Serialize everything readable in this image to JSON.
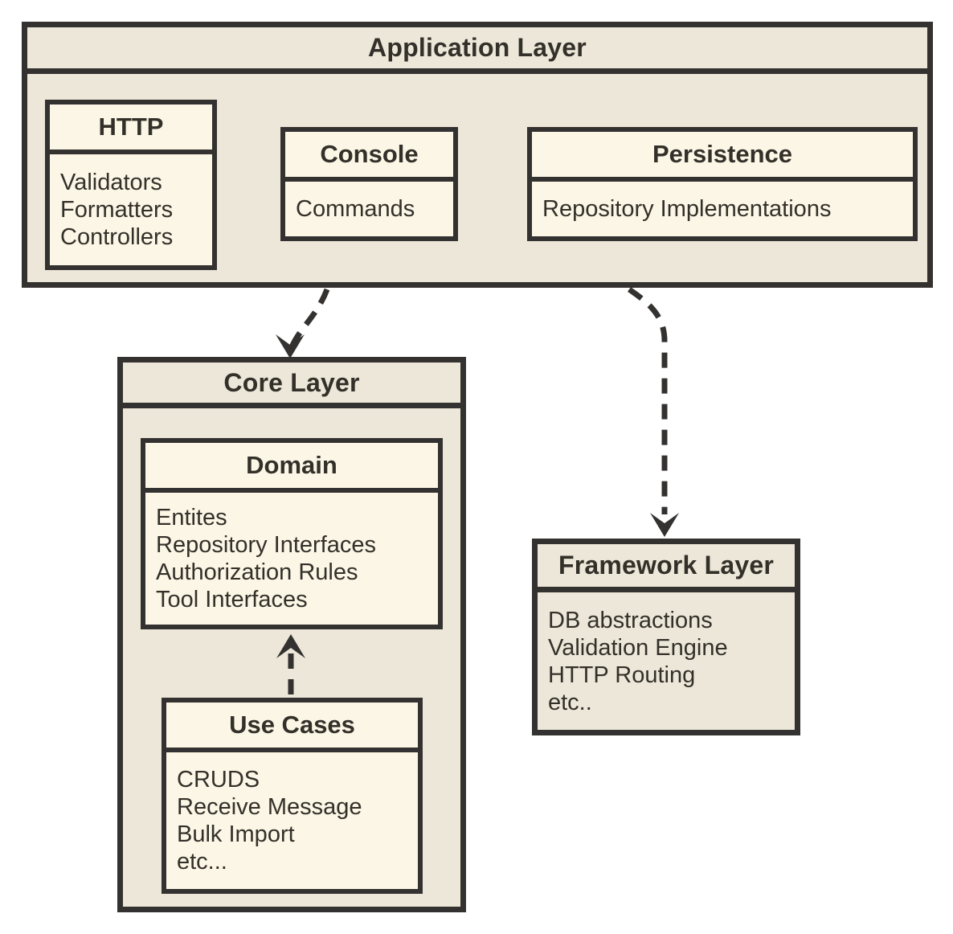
{
  "colors": {
    "page_bg": "#ffffff",
    "layer_fill": "#ece7d8",
    "component_fill": "#fbf6e5",
    "line": "#343230",
    "text": "#33302a"
  },
  "application_layer": {
    "title": "Application Layer",
    "http": {
      "title": "HTTP",
      "items": [
        "Validators",
        "Formatters",
        "Controllers"
      ]
    },
    "console": {
      "title": "Console",
      "items": [
        "Commands"
      ]
    },
    "persistence": {
      "title": "Persistence",
      "items": [
        "Repository Implementations"
      ]
    }
  },
  "core_layer": {
    "title": "Core Layer",
    "domain": {
      "title": "Domain",
      "items": [
        "Entites",
        "Repository Interfaces",
        "Authorization Rules",
        "Tool Interfaces"
      ]
    },
    "use_cases": {
      "title": "Use Cases",
      "items": [
        "CRUDS",
        "Receive Message",
        "Bulk Import",
        "etc..."
      ]
    }
  },
  "framework_layer": {
    "title": "Framework Layer",
    "items": [
      "DB abstractions",
      "Validation Engine",
      "HTTP Routing",
      "etc.."
    ]
  },
  "arrows": [
    {
      "name": "application-to-core",
      "style": "dashed"
    },
    {
      "name": "application-to-framework",
      "style": "dashed"
    },
    {
      "name": "use-cases-to-domain",
      "style": "dashed"
    }
  ]
}
